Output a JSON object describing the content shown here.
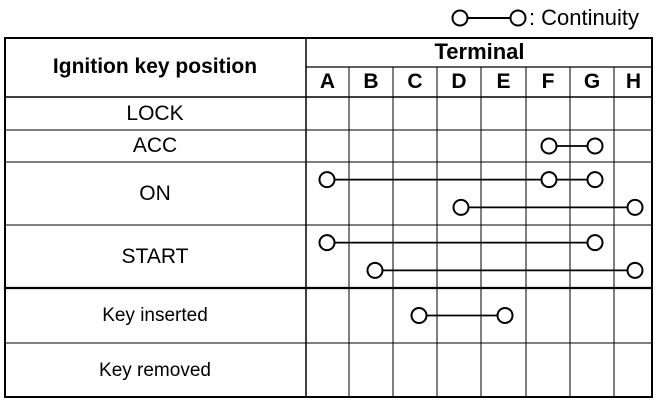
{
  "legend": {
    "text": ": Continuity",
    "symbol": "continuity-line"
  },
  "table": {
    "row_header": "Ignition key position",
    "column_group": "Terminal",
    "terminals": [
      "A",
      "B",
      "C",
      "D",
      "E",
      "F",
      "G",
      "H"
    ],
    "rows": [
      {
        "label": "LOCK",
        "connections": []
      },
      {
        "label": "ACC",
        "connections": [
          [
            "F",
            "G"
          ]
        ]
      },
      {
        "label": "ON",
        "connections": [
          [
            "A",
            "F",
            "G"
          ],
          [
            "D",
            "H"
          ]
        ]
      },
      {
        "label": "START",
        "connections": [
          [
            "A",
            "G"
          ],
          [
            "B",
            "H"
          ]
        ]
      },
      {
        "label": "Key inserted",
        "connections": [
          [
            "C",
            "E"
          ]
        ]
      },
      {
        "label": "Key removed",
        "connections": []
      }
    ]
  },
  "colors": {
    "line": "#000000",
    "background": "#ffffff"
  }
}
